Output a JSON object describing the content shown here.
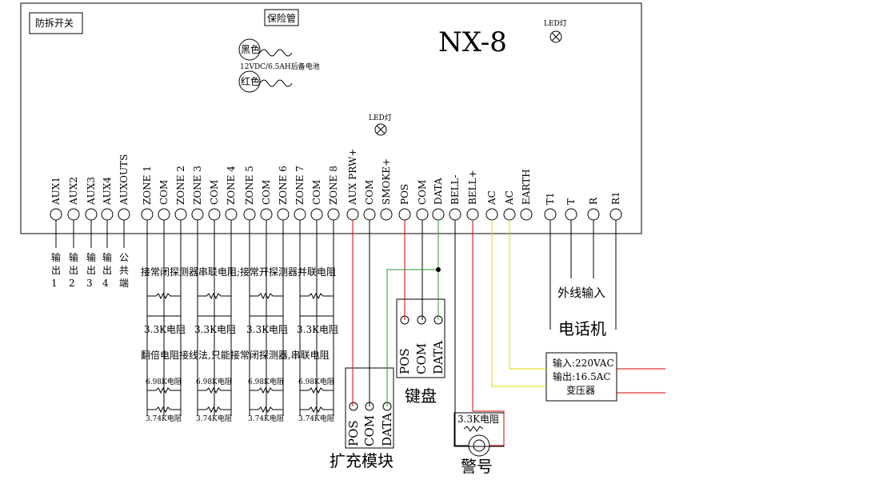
{
  "panel": {
    "model": "NX-8",
    "tamper_label": "防拆开关",
    "fuse_label": "保险管",
    "led_label": "LED灯",
    "battery": {
      "black_label": "黑色",
      "red_label": "红色",
      "spec": "12VDC/6.5AH后备电池"
    }
  },
  "terminals": [
    "AUX1",
    "AUX2",
    "AUX3",
    "AUX4",
    "AUXOUTS",
    "ZONE 1",
    "COM",
    "ZONE 2",
    "ZONE 3",
    "COM",
    "ZONE 4",
    "ZONE 5",
    "COM",
    "ZONE 6",
    "ZONE 7",
    "COM",
    "ZONE 8",
    "AUX PRW+",
    "COM",
    "SMOKE+",
    "POS",
    "COM",
    "DATA",
    "BELL-",
    "BELL+",
    "AC",
    "AC",
    "EARTH",
    "T1",
    "T",
    "R",
    "R1"
  ],
  "aux_outputs": [
    {
      "chars": [
        "输",
        "出",
        "1"
      ]
    },
    {
      "chars": [
        "输",
        "出",
        "2"
      ]
    },
    {
      "chars": [
        "输",
        "出",
        "3"
      ]
    },
    {
      "chars": [
        "输",
        "出",
        "4"
      ]
    },
    {
      "chars": [
        "公",
        "共",
        "端"
      ]
    }
  ],
  "zone_wiring": {
    "normal_note": "接常闭探测器串联电阻;接常开探测器并联电阻",
    "normal_resistor": "3.3K电阻",
    "double_note": "翻倍电阻接线法,只能接常闭探测器,串联电阻",
    "double_resistor_top": "6.98K电阻",
    "double_resistor_bottom": "3.74K电阻"
  },
  "keypad": {
    "label": "键盘",
    "pins": [
      "POS",
      "COM",
      "DATA"
    ]
  },
  "expansion": {
    "label": "扩充模块",
    "pins": [
      "POS",
      "COM",
      "DATA"
    ]
  },
  "siren": {
    "label": "警号",
    "resistor": "3.3K电阻"
  },
  "transformer": {
    "input": "输入:220VAC",
    "output": "输出:16.5AC",
    "label": "变压器"
  },
  "phone": {
    "line_label": "外线输入",
    "phone_label": "电话机"
  },
  "colors": {
    "red_wire": "#d40000",
    "green_wire": "#2e9a2e",
    "yellow_wire": "#e8d400"
  }
}
